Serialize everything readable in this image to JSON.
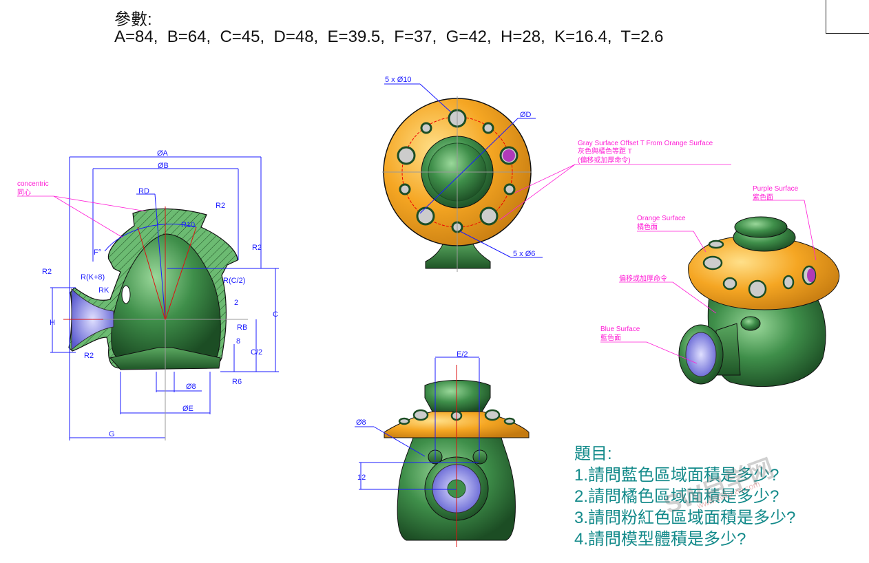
{
  "params": {
    "title": "參數:",
    "line": "A=84,  B=64,  C=45,  D=48,  E=39.5,  F=37,  G=42,  H=28,  K=16.4,  T=2.6"
  },
  "section_view": {
    "labels": {
      "dia_a": "ØA",
      "dia_b": "ØB",
      "concentric_en": "concentric",
      "concentric_zh": "同心",
      "rd": "RD",
      "r2_top": "R2",
      "r10": "R10",
      "r2_right": "R2",
      "f_deg": "F°",
      "r2_left": "R2",
      "r_k8": "R(K+8)",
      "rk": "RK",
      "r_c2": "R(C/2)",
      "thick_2": "2",
      "h": "H",
      "rb": "RB",
      "c": "C",
      "eight": "8",
      "c_half": "C/2",
      "r2_bottom": "R2",
      "r6": "R6",
      "dia_8": "Ø8",
      "dia_e": "ØE",
      "g": "G"
    }
  },
  "front_view": {
    "labels": {
      "holes10": "5 x Ø10",
      "dia_d": "ØD",
      "holes6": "5 x Ø6"
    }
  },
  "annotations": {
    "gray_en": "Gray Surface Offset T From Orange Surface",
    "gray_zh": "灰色與橘色等距 T",
    "gray_cmd": "(偏移或加厚命令)",
    "orange_en": "Orange Surface",
    "orange_zh": "橘色面",
    "purple_en": "Purple Surface",
    "purple_zh": "紫色面",
    "offset_cmd": "偏移或加厚命令",
    "blue_en": "Blue Surface",
    "blue_zh": "藍色面"
  },
  "bottom_view": {
    "labels": {
      "e_half": "E/2",
      "dia_8": "Ø8",
      "twelve": "12"
    }
  },
  "questions": {
    "title": "題目:",
    "items": [
      "1.請問藍色區域面積是多少?",
      "2.請問橘色區域面積是多少?",
      "3.請問粉紅色區域面積是多少?",
      "4.請問模型體積是多少?"
    ]
  },
  "watermark": {
    "logo": "SW自学网",
    "url": "www.swrjzxw.com"
  },
  "colors": {
    "green": "#3f8f4a",
    "orange": "#f5a623",
    "blue": "#7b7bea",
    "purple": "#b03ab8",
    "dim": "#1a1aff",
    "annot": "#ff1fd6",
    "question": "#138a8a"
  }
}
